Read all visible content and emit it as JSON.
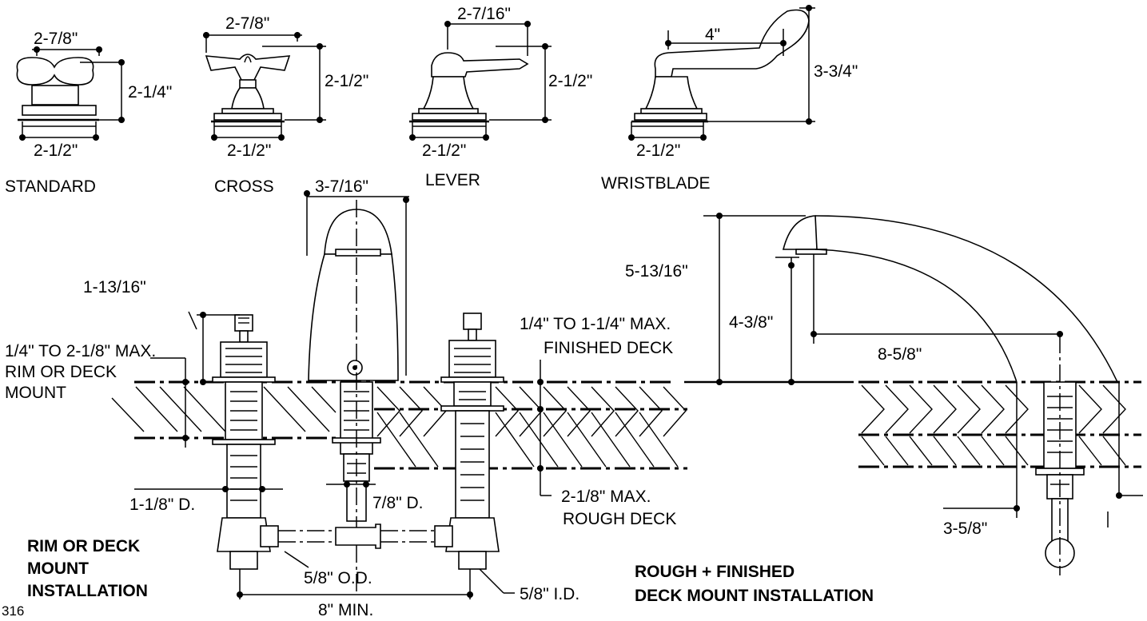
{
  "handles": {
    "standard": {
      "caption": "STANDARD",
      "width_top": "2-7/8\"",
      "height": "2-1/4\"",
      "base": "2-1/2\""
    },
    "cross": {
      "caption": "CROSS",
      "width_top": "2-7/8\"",
      "height": "2-1/2\"",
      "base": "2-1/2\""
    },
    "lever": {
      "caption": "LEVER",
      "width_top": "2-7/16\"",
      "height": "2-1/2\"",
      "base": "2-1/2\""
    },
    "wristblade": {
      "caption": "WRISTBLADE",
      "width_top": "4\"",
      "height": "3-3/4\"",
      "base": "2-1/2\""
    }
  },
  "rim_install": {
    "spout_width": "3-7/16\"",
    "stem_height": "1-13/16\"",
    "rim_range": "1/4\" TO 2-1/8\" MAX.",
    "rim_range_2": "RIM OR DECK",
    "rim_range_3": "MOUNT",
    "finished_deck": "1/4\" TO 1-1/4\" MAX.",
    "finished_deck_2": "FINISHED DECK",
    "shank_dia": "1-1/8\" D.",
    "spout_dia": "7/8\" D.",
    "rough_deck": "2-1/8\" MAX.",
    "rough_deck_2": "ROUGH DECK",
    "tube_od": "5/8\" O.D.",
    "inlet_id": "5/8\" I.D.",
    "spacing": "8\" MIN.",
    "title_1": "RIM OR DECK",
    "title_2": "MOUNT",
    "title_3": "INSTALLATION"
  },
  "deck_install": {
    "spout_height": "5-13/16\"",
    "outlet_height": "4-3/8\"",
    "reach": "8-5/8\"",
    "below_deck": "3-5/8\"",
    "title_1": "ROUGH + FINISHED",
    "title_2": "DECK MOUNT INSTALLATION"
  },
  "page_number": "316"
}
